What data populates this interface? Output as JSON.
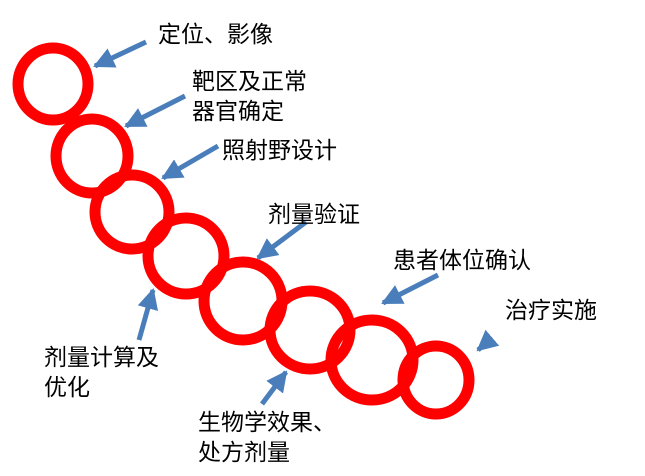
{
  "title": "",
  "colors": {
    "ring": "#ff0000",
    "arrow": "#4a7ebb",
    "text": "#000000"
  },
  "steps": [
    {
      "lines": [
        "定位、影像"
      ]
    },
    {
      "lines": [
        "靶区及正常",
        "器官确定"
      ]
    },
    {
      "lines": [
        "照射野设计"
      ]
    },
    {
      "lines": [
        "剂量计算及",
        "优化"
      ]
    },
    {
      "lines": [
        "生物学效果、",
        "处方剂量"
      ]
    },
    {
      "lines": [
        "剂量验证"
      ]
    },
    {
      "lines": [
        "患者体位确认"
      ]
    },
    {
      "lines": [
        "治疗实施"
      ]
    }
  ]
}
